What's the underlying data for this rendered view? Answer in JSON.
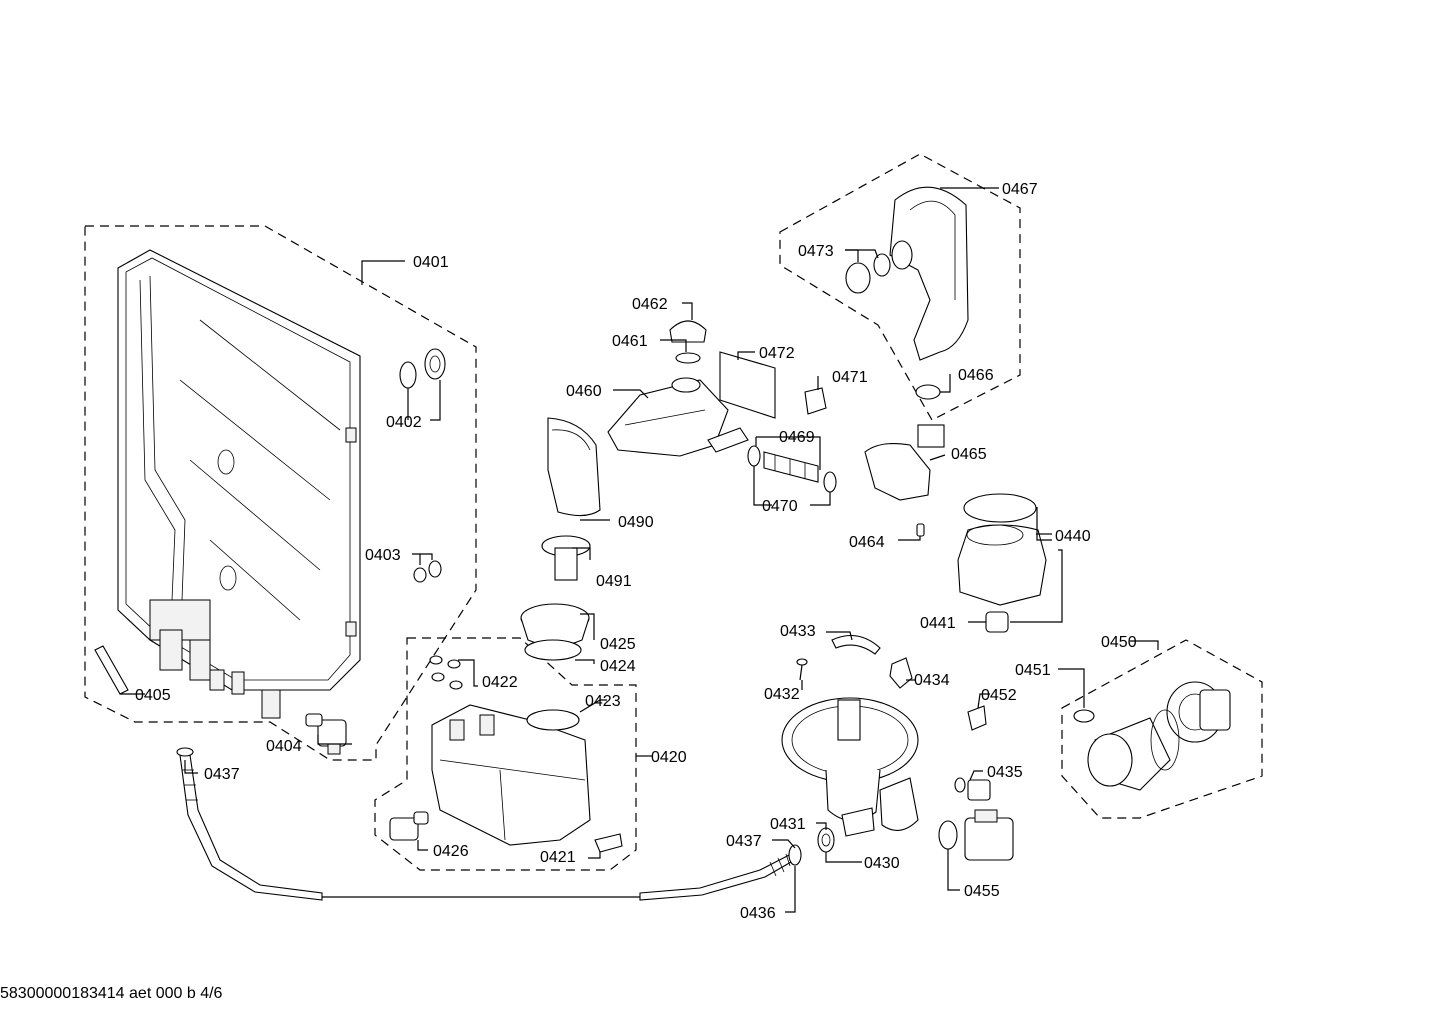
{
  "parts": {
    "p0401": "0401",
    "p0402": "0402",
    "p0403": "0403",
    "p0404": "0404",
    "p0405": "0405",
    "p0437a": "0437",
    "p0437b": "0437",
    "p0460": "0460",
    "p0461": "0461",
    "p0462": "0462",
    "p0464": "0464",
    "p0465": "0465",
    "p0466": "0466",
    "p0467": "0467",
    "p0469": "0469",
    "p0470": "0470",
    "p0471": "0471",
    "p0472": "0472",
    "p0473": "0473",
    "p0490": "0490",
    "p0491": "0491",
    "p0420": "0420",
    "p0421": "0421",
    "p0422": "0422",
    "p0423": "0423",
    "p0424": "0424",
    "p0425": "0425",
    "p0426": "0426",
    "p0430": "0430",
    "p0431": "0431",
    "p0432": "0432",
    "p0433": "0433",
    "p0434": "0434",
    "p0435": "0435",
    "p0436": "0436",
    "p0440": "0440",
    "p0441": "0441",
    "p0450": "0450",
    "p0451": "0451",
    "p0452": "0452",
    "p0455": "0455"
  },
  "footer": {
    "doc_id": "58300000183414 aet 000 b 4/6"
  }
}
